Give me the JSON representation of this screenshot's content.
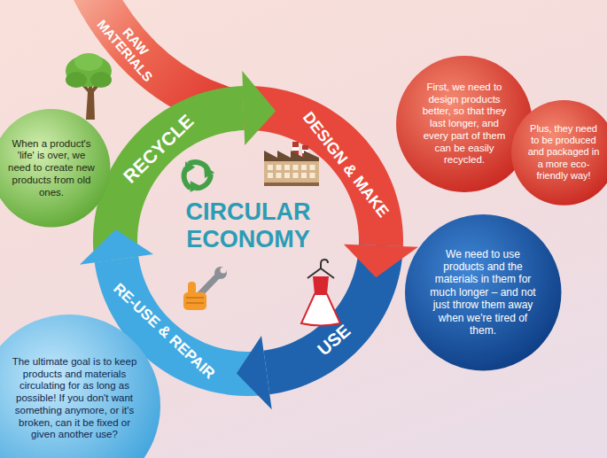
{
  "diagram": {
    "title": "CIRCULAR ECONOMY",
    "nodes": [
      {
        "text": [
          "When a product's 'life' is over, we need to create new products from old ones."
        ]
      },
      {
        "text": [
          "First, we need to design products better, so that they last longer, and every part of them can be easily recycled."
        ]
      },
      {
        "text": [
          "Plus, they need to be produced and packaged in a more eco-friendly way!"
        ]
      },
      {
        "text": [
          "We need to use products and the materials in them for much longer – and not just throw them away when we're tired of them."
        ]
      },
      {
        "text": [
          "The ultimate goal is to keep products and materials circulating for as long as possible! If you don't want something anymore, or it's broken, can it be fixed or given another use?"
        ]
      }
    ],
    "labels": [
      "RAW MATERIALS",
      "DESIGN & MAKE",
      "USE",
      "RE-USE & REPAIR",
      "RECYCLE"
    ]
  }
}
